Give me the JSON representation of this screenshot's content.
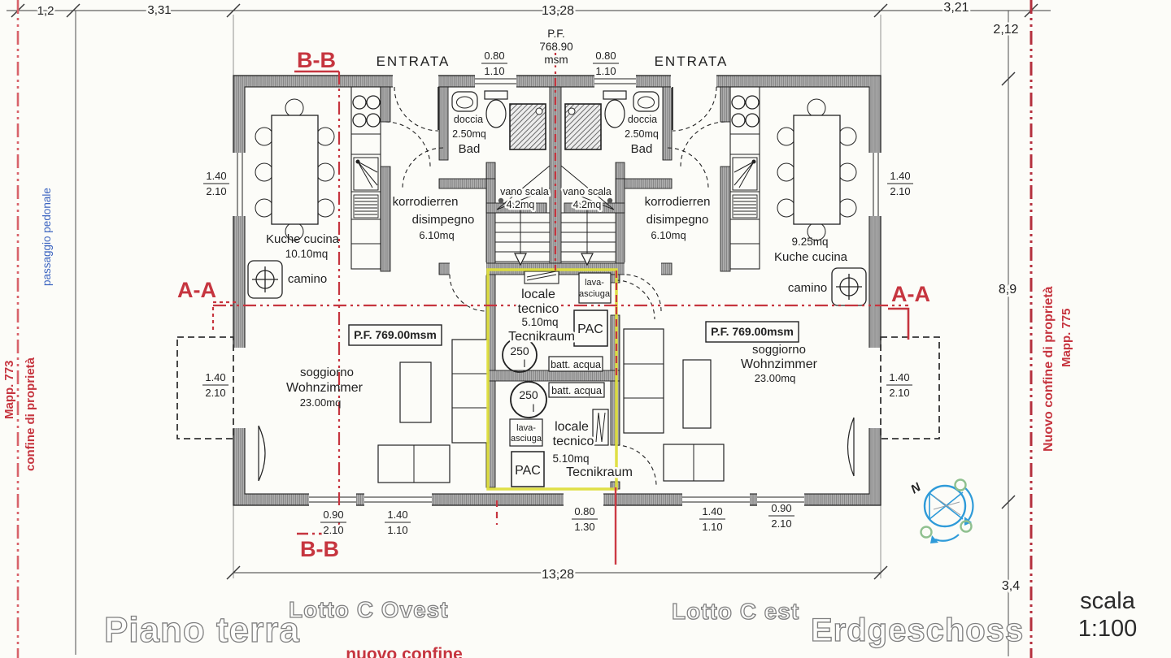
{
  "titles": {
    "floor_it": "Piano terra",
    "floor_de": "Erdgeschoss",
    "lot_west": "Lotto C Ovest",
    "lot_east": "Lotto C est",
    "scale_word": "scala",
    "scale_value": "1:100"
  },
  "boundaries": {
    "passage": "passaggio pedonale",
    "left_line": "confine di proprietà",
    "left_parcel": "Mapp. 773",
    "right_line": "Nuovo confine di proprietà",
    "right_parcel": "Mapp. 775",
    "new_line": "nuovo confine"
  },
  "sections": {
    "aa": "A-A",
    "bb": "B-B"
  },
  "site_dims": {
    "top1": "1,2",
    "top2": "3,31",
    "top3": "13,28",
    "top4": "3,21",
    "right1": "2,12",
    "right2": "8,9",
    "right3": "3,4",
    "bottom": "13,28"
  },
  "levels": {
    "street1": "P.F.",
    "street2": "768.90",
    "street3": "msm",
    "floor_left": "P.F. 769.00msm",
    "floor_right": "P.F. 769.00msm"
  },
  "entrance": {
    "left": "ENTRATA",
    "right": "ENTRATA"
  },
  "dims": [
    {
      "a": "0.80",
      "b": "1.10"
    },
    {
      "a": "0.80",
      "b": "1.10"
    },
    {
      "a": "1.40",
      "b": "2.10"
    },
    {
      "a": "1.40",
      "b": "2.10"
    },
    {
      "a": "1.40",
      "b": "2.10"
    },
    {
      "a": "1.40",
      "b": "2.10"
    },
    {
      "a": "0.90",
      "b": "2.10"
    },
    {
      "a": "1.40",
      "b": "1.10"
    },
    {
      "a": "0.80",
      "b": "1.30"
    },
    {
      "a": "1.40",
      "b": "1.10"
    },
    {
      "a": "0.90",
      "b": "2.10"
    }
  ],
  "rooms": {
    "kitchen_l_name": "Kuche cucina",
    "kitchen_l_area": "10.10mq",
    "kitchen_r_area": "9.25mq",
    "kitchen_r_name": "Kuche cucina",
    "fireplace_l": "camino",
    "fireplace_r": "camino",
    "shower_l": "doccia",
    "shower_l_area": "2.50mq",
    "bath_l": "Bad",
    "shower_r": "doccia",
    "shower_r_area": "2.50mq",
    "bath_r": "Bad",
    "stair_l_name": "vano scala",
    "stair_l_area": "4.2mq",
    "stair_r_name": "vano scala",
    "stair_r_area": "4.2mq",
    "hall_l_1": "korrodierren",
    "hall_l_2": "disimpegno",
    "hall_l_area": "6.10mq",
    "hall_r_1": "korrodierren",
    "hall_r_2": "disimpegno",
    "hall_r_area": "6.10mq",
    "living_l_1": "soggiorno",
    "living_l_2": "Wohnzimmer",
    "living_l_area": "23.00mq",
    "living_r_1": "soggiorno",
    "living_r_2": "Wohnzimmer",
    "living_r_area": "23.00mq"
  },
  "tech_upper": {
    "n1": "locale",
    "n2": "tecnico",
    "area": "5.10mq",
    "n3": "Tecnikraum",
    "w1": "lava-",
    "w2": "asciuga",
    "pump": "PAC",
    "tank": "250",
    "tank_u": "l",
    "water": "batt. acqua"
  },
  "tech_lower": {
    "n1": "locale",
    "n2": "tecnico",
    "area": "5.10mq",
    "n3": "Tecnikraum",
    "w1": "lava-",
    "w2": "asciuga",
    "pump": "PAC",
    "tank": "250",
    "tank_u": "l",
    "water": "batt. acqua"
  },
  "compass": {
    "north": "N"
  },
  "colors": {
    "section_red": "#c6353f",
    "boundary_red": "#b5303e",
    "highlight_yellow": "#dede3c",
    "compass_blue": "#2f9bd9",
    "compass_green": "#3f9e4f",
    "note_blue": "#3c64c0"
  }
}
